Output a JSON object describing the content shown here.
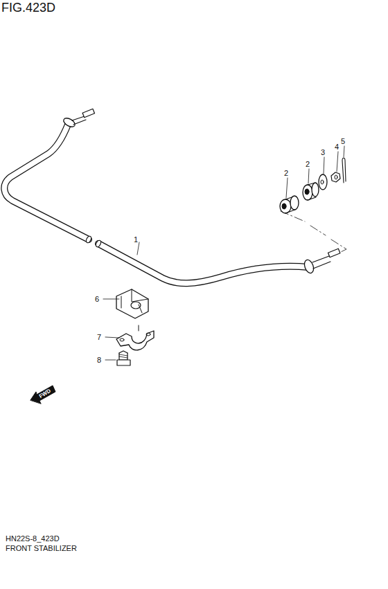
{
  "diagram": {
    "title": "FIG.423D",
    "caption": "FRONT STABILIZER",
    "labels": [
      "1",
      "2",
      "2",
      "3",
      "4",
      "5",
      "6",
      "7",
      "8",
      "FWD",
      "HN22S-8_423D"
    ]
  }
}
